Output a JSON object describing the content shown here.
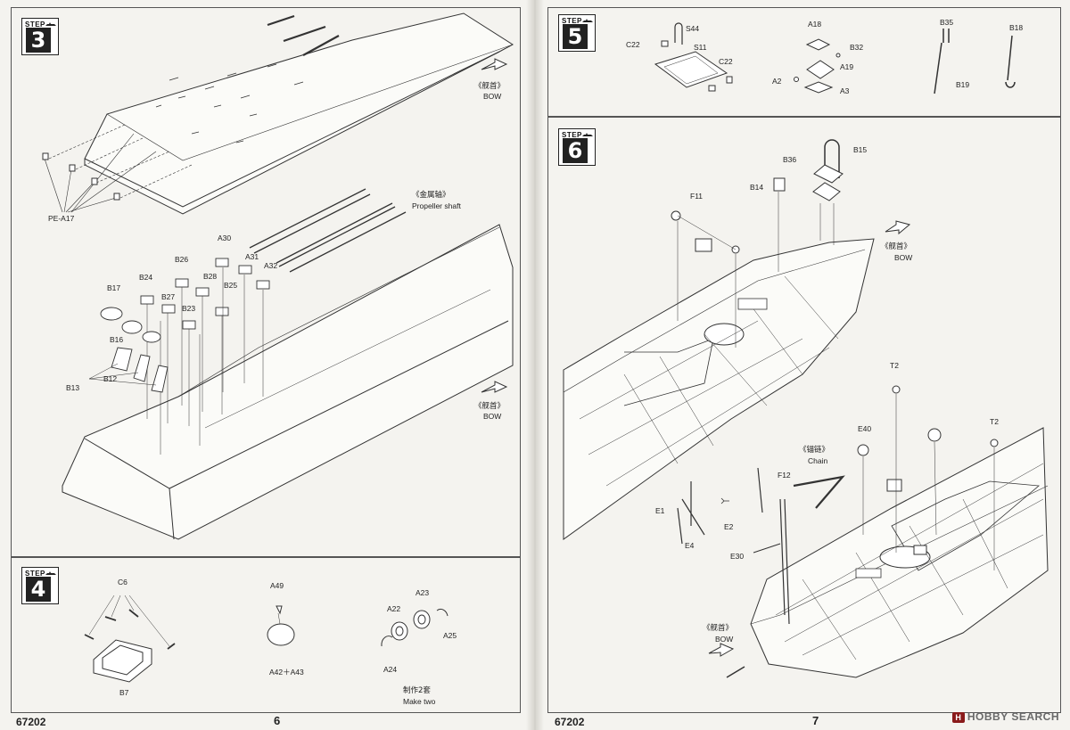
{
  "left_page": {
    "step3": {
      "label": "STEP",
      "number": "3"
    },
    "step4": {
      "label": "STEP",
      "number": "4"
    },
    "step3_labels": {
      "pe_a17": "PE-A17",
      "bow_cn_top": "《舰首》",
      "bow_top": "BOW",
      "propeller_shaft_cn": "《金属轴》",
      "propeller_shaft": "Propeller shaft",
      "a30": "A30",
      "a31": "A31",
      "a32": "A32",
      "b26": "B26",
      "b24": "B24",
      "b28": "B28",
      "b25": "B25",
      "b27": "B27",
      "b23": "B23",
      "b17": "B17",
      "b16": "B16",
      "b12": "B12",
      "b13": "B13",
      "bow_cn_bottom": "《舰首》",
      "bow_bottom": "BOW"
    },
    "step4_labels": {
      "c6": "C6",
      "b7": "B7",
      "a49": "A49",
      "a42_a43": "A42＋A43",
      "a23": "A23",
      "a22": "A22",
      "a25": "A25",
      "a24": "A24",
      "make_two_cn": "制作2套",
      "make_two": "Make two"
    },
    "catalog_number": "67202",
    "page_number": "6"
  },
  "right_page": {
    "step5": {
      "label": "STEP",
      "number": "5"
    },
    "step6": {
      "label": "STEP",
      "number": "6"
    },
    "step5_labels": {
      "s44": "S44",
      "c22_left": "C22",
      "s11": "S11",
      "c22_right": "C22",
      "a18": "A18",
      "b32": "B32",
      "a19": "A19",
      "a2": "A2",
      "a3": "A3",
      "b35": "B35",
      "b19": "B19",
      "b18": "B18"
    },
    "step6_labels": {
      "b15": "B15",
      "b36": "B36",
      "b14": "B14",
      "f11": "F11",
      "bow_cn_top": "《舰首》",
      "bow_top": "BOW",
      "t2_left": "T2",
      "t2_right": "T2",
      "e40": "E40",
      "chain_cn": "《锚链》",
      "chain": "Chain",
      "f12": "F12",
      "e1": "E1",
      "e2": "E2",
      "e4": "E4",
      "e30": "E30",
      "bow_cn_bottom": "《舰首》",
      "bow_bottom": "BOW"
    },
    "catalog_number": "67202",
    "page_number": "7"
  },
  "watermark": {
    "logo": "H",
    "text": "HOBBY SEARCH"
  }
}
